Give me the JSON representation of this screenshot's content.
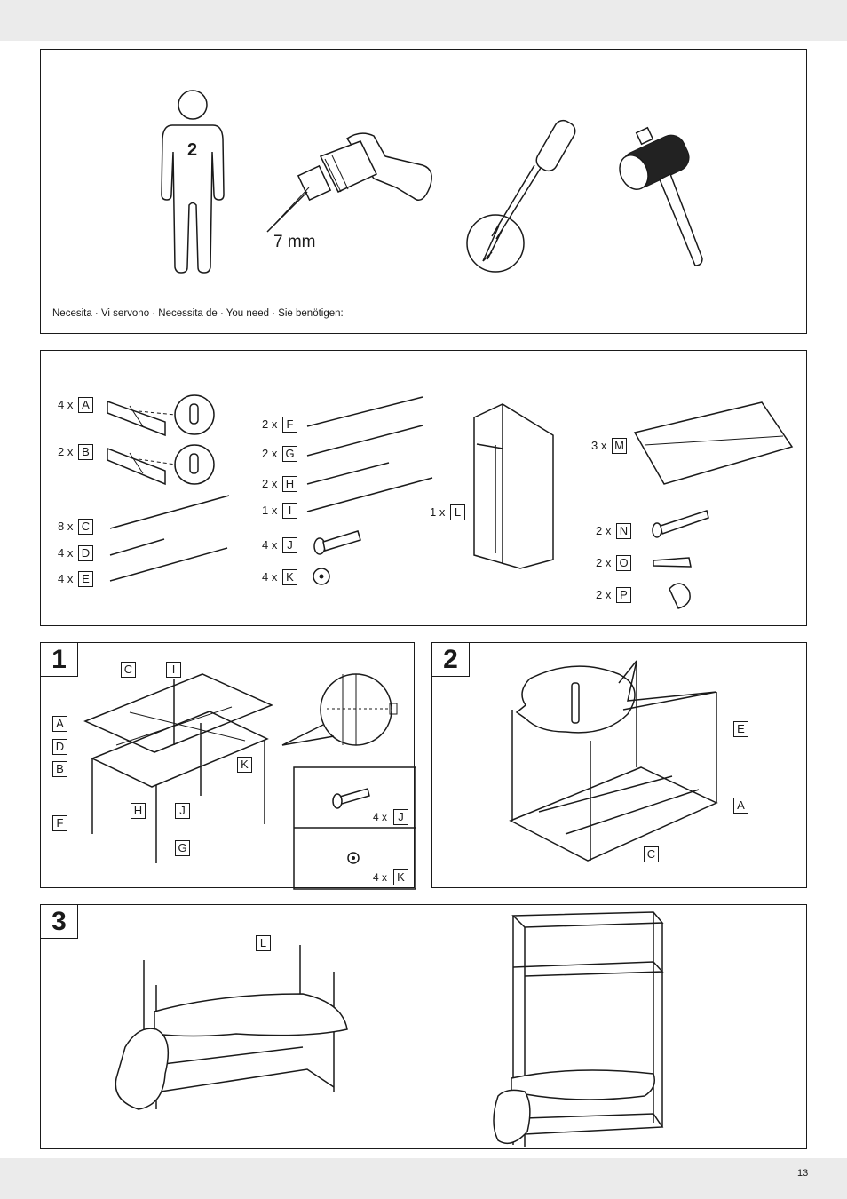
{
  "tools_panel": {
    "persons_count": "2",
    "drill_bit_size": "7 mm",
    "caption": "Necesita · Vi servono · Necessita de · You need · Sie benötigen:",
    "icons": [
      "person-icon",
      "drill-icon",
      "screwdriver-icon",
      "mallet-icon"
    ]
  },
  "parts_panel": {
    "parts": [
      {
        "qty": "4 x",
        "letter": "A"
      },
      {
        "qty": "2 x",
        "letter": "B"
      },
      {
        "qty": "8 x",
        "letter": "C"
      },
      {
        "qty": "4 x",
        "letter": "D"
      },
      {
        "qty": "4 x",
        "letter": "E"
      },
      {
        "qty": "2 x",
        "letter": "F"
      },
      {
        "qty": "2 x",
        "letter": "G"
      },
      {
        "qty": "2 x",
        "letter": "H"
      },
      {
        "qty": "1 x",
        "letter": "I"
      },
      {
        "qty": "4 x",
        "letter": "J"
      },
      {
        "qty": "4 x",
        "letter": "K"
      },
      {
        "qty": "1 x",
        "letter": "L"
      },
      {
        "qty": "3 x",
        "letter": "M"
      },
      {
        "qty": "2 x",
        "letter": "N"
      },
      {
        "qty": "2 x",
        "letter": "O"
      },
      {
        "qty": "2 x",
        "letter": "P"
      }
    ]
  },
  "step1": {
    "number": "1",
    "labels": {
      "c": "C",
      "i": "I",
      "a": "A",
      "d": "D",
      "b": "B",
      "k": "K",
      "h": "H",
      "j": "J",
      "f": "F",
      "g": "G"
    },
    "inset_j": {
      "qty": "4 x",
      "letter": "J"
    },
    "inset_k": {
      "qty": "4 x",
      "letter": "K"
    }
  },
  "step2": {
    "number": "2",
    "labels": {
      "e": "E",
      "a": "A",
      "c": "C"
    }
  },
  "step3": {
    "number": "3",
    "labels": {
      "l": "L"
    }
  },
  "footer": {
    "page_number": "13"
  }
}
